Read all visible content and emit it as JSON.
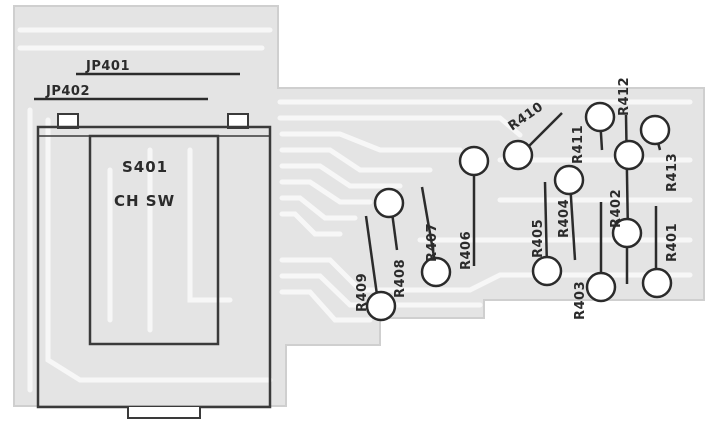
{
  "colors": {
    "board": "#e4e4e4",
    "copper_trace": "#f7f7f7",
    "outline": "#3a3a3a",
    "ink": "#2b2b2b",
    "background": "#ffffff"
  },
  "jumpers": [
    {
      "id": "jp401",
      "label": "JP401"
    },
    {
      "id": "jp402",
      "label": "JP402"
    }
  ],
  "switch": {
    "id": "s401",
    "ref": "S401",
    "name": "CH SW"
  },
  "resistors": [
    {
      "id": "r401",
      "label": "R401"
    },
    {
      "id": "r402",
      "label": "R402"
    },
    {
      "id": "r403",
      "label": "R403"
    },
    {
      "id": "r404",
      "label": "R404"
    },
    {
      "id": "r405",
      "label": "R405"
    },
    {
      "id": "r406",
      "label": "R406"
    },
    {
      "id": "r407",
      "label": "R407"
    },
    {
      "id": "r408",
      "label": "R408"
    },
    {
      "id": "r409",
      "label": "R409"
    },
    {
      "id": "r410",
      "label": "R410"
    },
    {
      "id": "r411",
      "label": "R411"
    },
    {
      "id": "r412",
      "label": "R412"
    },
    {
      "id": "r413",
      "label": "R413"
    }
  ]
}
